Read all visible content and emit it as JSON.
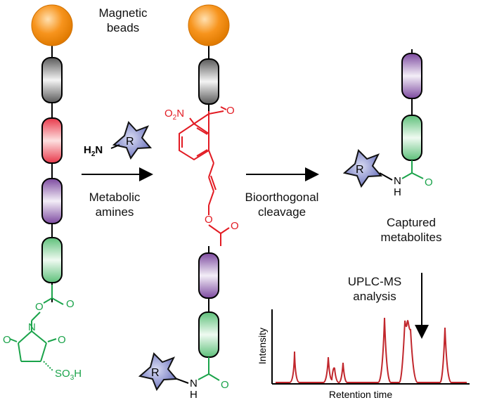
{
  "labels": {
    "magnetic_beads": [
      "Magnetic",
      "beads"
    ],
    "metabolic_amines": [
      "Metabolic",
      "amines"
    ],
    "bioorthogonal_cleavage": [
      "Bioorthogonal",
      "cleavage"
    ],
    "captured_metabolites": [
      "Captured",
      "metabolites"
    ],
    "uplc_ms_analysis": [
      "UPLC-MS",
      "analysis"
    ]
  },
  "chemistry": {
    "star_label": "R",
    "amine_h2": "H",
    "amine_sub": "2",
    "amine_n": "N",
    "nitro_no": "O",
    "nitro_n": "N",
    "nitro_sub": "2",
    "oxygen": "O",
    "nitrogen": "N",
    "hydrogen": "H",
    "sulfonate_prefix": "SO",
    "sulfonate_sub": "3",
    "sulfonate_h": "H"
  },
  "chromatogram": {
    "ylabel": "Intensity",
    "xlabel": "Retention time"
  },
  "colors": {
    "bead_orange": "#f7941d",
    "nhs_green": "#1aa34a",
    "linker_red": "#e21b23",
    "trace_red": "#c1272d",
    "star_blue": "#7c82c4"
  }
}
